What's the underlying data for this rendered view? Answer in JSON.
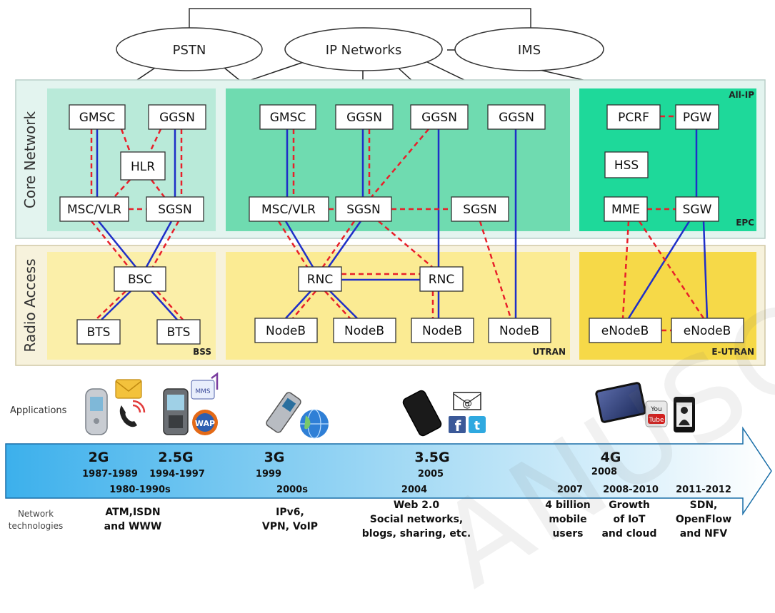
{
  "clouds": {
    "pstn": "PSTN",
    "ip": "IP Networks",
    "ims": "IMS"
  },
  "sections": {
    "core": "Core Network",
    "radio": "Radio Access"
  },
  "region_tags": {
    "all_ip": "All-IP",
    "epc": "EPC",
    "bss": "BSS",
    "utran": "UTRAN",
    "eutran": "E-UTRAN"
  },
  "nodes": {
    "g2_gmsc": "GMSC",
    "g2_ggsn": "GGSN",
    "g2_hlr": "HLR",
    "g2_msc": "MSC/VLR",
    "g2_sgsn": "SGSN",
    "g2_bsc": "BSC",
    "g2_bts1": "BTS",
    "g2_bts2": "BTS",
    "g3_gmsc": "GMSC",
    "g3_ggsn1": "GGSN",
    "g3_ggsn2": "GGSN",
    "g3_ggsn3": "GGSN",
    "g3_msc": "MSC/VLR",
    "g3_sgsn1": "SGSN",
    "g3_sgsn2": "SGSN",
    "g3_rnc1": "RNC",
    "g3_rnc2": "RNC",
    "g3_nb1": "NodeB",
    "g3_nb2": "NodeB",
    "g3_nb3": "NodeB",
    "g3_nb4": "NodeB",
    "g4_pcrf": "PCRF",
    "g4_pgw": "PGW",
    "g4_hss": "HSS",
    "g4_mme": "MME",
    "g4_sgw": "SGW",
    "g4_enb1": "eNodeB",
    "g4_enb2": "eNodeB"
  },
  "timeline": {
    "applications_label": "Applications",
    "network_tech_label": "Network technologies",
    "gens": [
      "2G",
      "2.5G",
      "3G",
      "3.5G",
      "4G"
    ],
    "dates_upper": [
      "1987-1989",
      "1994-1997",
      "1999",
      "2005",
      "2008"
    ],
    "dates_lower": [
      "1980-1990s",
      "2000s",
      "2004",
      "2007",
      "2008-2010",
      "2011-2012"
    ],
    "tech": [
      [
        "ATM,ISDN",
        "and WWW"
      ],
      [
        "IPv6,",
        "VPN, VoIP"
      ],
      [
        "Web 2.0",
        "Social networks,",
        "blogs, sharing, etc."
      ],
      [
        "4 billion",
        "mobile",
        "users"
      ],
      [
        "Growth",
        "of IoT",
        "and cloud"
      ],
      [
        "SDN,",
        "OpenFlow",
        "and NFV"
      ]
    ]
  },
  "icons": [
    "mobile-phone-icon",
    "email-icon",
    "phone-call-icon",
    "slider-phone-icon",
    "mms-icon",
    "wap-icon",
    "candybar-phone-icon",
    "globe-icon",
    "smartphone-icon",
    "at-mail-icon",
    "facebook-icon",
    "twitter-icon",
    "tablet-icon",
    "youtube-icon",
    "video-call-icon"
  ],
  "watermark": "ANUSCRIPT",
  "colors": {
    "core_2g": "#b9ead9",
    "core_3g": "#6fdbb0",
    "core_4g": "#1ed99a",
    "radio_2g": "#fbefa9",
    "radio_3g": "#fbeb93",
    "radio_4g": "#f6d948",
    "solid_link": "#1f2fc8",
    "dashed_link": "#e8202a",
    "arrow": "#3fb3ee"
  }
}
